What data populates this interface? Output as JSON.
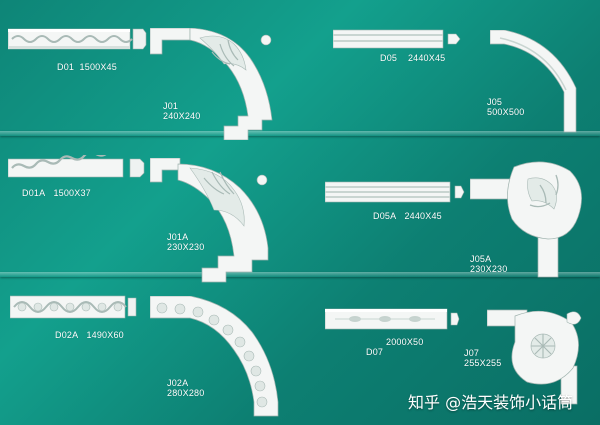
{
  "products": {
    "d01": {
      "code": "D01",
      "size": "1500X45"
    },
    "j01": {
      "code": "J01",
      "size": "240X240"
    },
    "d05": {
      "code": "D05",
      "size": "2440X45"
    },
    "j05": {
      "code": "J05",
      "size": "500X500"
    },
    "d01a": {
      "code": "D01A",
      "size": "1500X37"
    },
    "j01a": {
      "code": "J01A",
      "size": "230X230"
    },
    "d05a": {
      "code": "D05A",
      "size": "2440X45"
    },
    "j05a": {
      "code": "J05A",
      "size": "230X230"
    },
    "d02a": {
      "code": "D02A",
      "size": "1490X60"
    },
    "j02a": {
      "code": "J02A",
      "size": "280X280"
    },
    "d07": {
      "code": "D07",
      "size": "2000X50"
    },
    "j07": {
      "code": "J07",
      "size": "255X255"
    }
  },
  "watermark": {
    "text": "知乎 @浩天装饰小话筒"
  },
  "colors": {
    "background": "#11937f",
    "plaster": "#f4f6f5",
    "shadow": "#b9c7c3"
  }
}
